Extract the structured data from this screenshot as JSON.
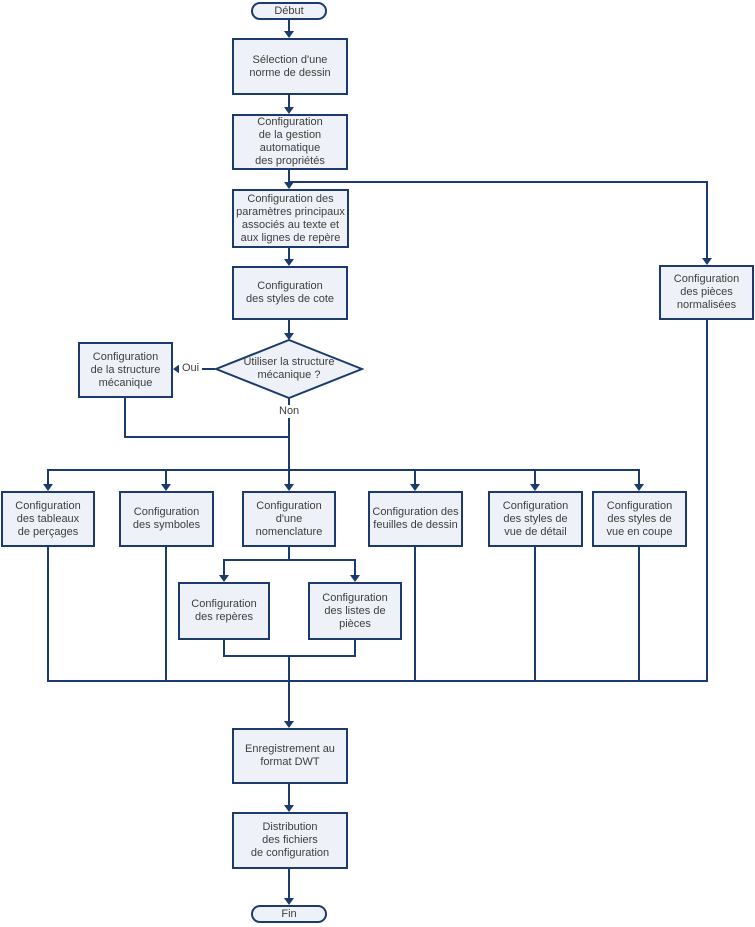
{
  "nodes": {
    "start": "Début",
    "selection": "Sélection d'une\nnorme de dessin",
    "gestion": "Configuration\nde la gestion\nautomatique\ndes propriétés",
    "parametres": "Configuration des\nparamètres principaux\nassociés au texte et\naux lignes de repère",
    "cote": "Configuration\ndes styles de cote",
    "decision": "Utiliser la structure\nmécanique ?",
    "structure": "Configuration\nde la structure\nmécanique",
    "pieces": "Configuration\ndes pièces\nnormalisées",
    "percages": "Configuration\ndes tableaux\nde perçages",
    "symboles": "Configuration\ndes symboles",
    "nomenclature": "Configuration\nd'une\nnomenclature",
    "feuilles": "Configuration des\nfeuilles de dessin",
    "detail": "Configuration\ndes styles de\nvue de détail",
    "coupe": "Configuration\ndes styles de\nvue en coupe",
    "reperes": "Configuration\ndes repères",
    "listes": "Configuration\ndes listes de\npièces",
    "dwt": "Enregistrement au\nformat DWT",
    "distribution": "Distribution\ndes fichiers\nde configuration",
    "fin": "Fin"
  },
  "edge_labels": {
    "oui": "Oui",
    "non": "Non"
  },
  "colors": {
    "line": "#1b3a6e",
    "node_border": "#1b3a6e",
    "node_fill": "#eef1f7",
    "text": "#3e3e3e",
    "background": "#ffffff"
  }
}
